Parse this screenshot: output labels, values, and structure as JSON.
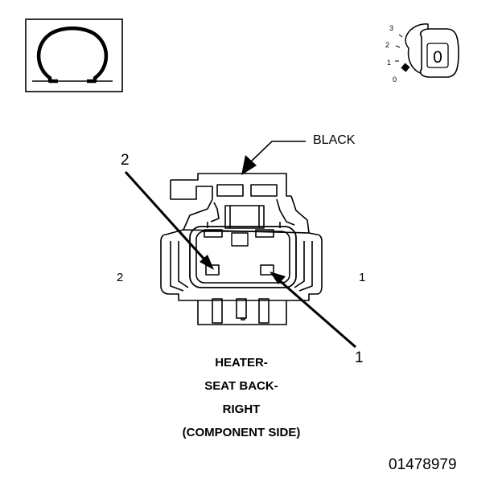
{
  "symbols": {
    "ohmmeter": "ohm-icon",
    "ignition": {
      "icon": "ignition-key-icon",
      "positions": [
        "3",
        "2",
        "1",
        "0"
      ],
      "key_label": "0"
    }
  },
  "callouts": {
    "connector_color": "BLACK",
    "pin2_callout": "2",
    "pin1_callout": "1"
  },
  "side_labels": {
    "left": "2",
    "right": "1"
  },
  "title": {
    "line1": "HEATER-",
    "line2": "SEAT BACK-",
    "line3": "RIGHT",
    "line4": "(COMPONENT SIDE)"
  },
  "figure_number": "01478979"
}
